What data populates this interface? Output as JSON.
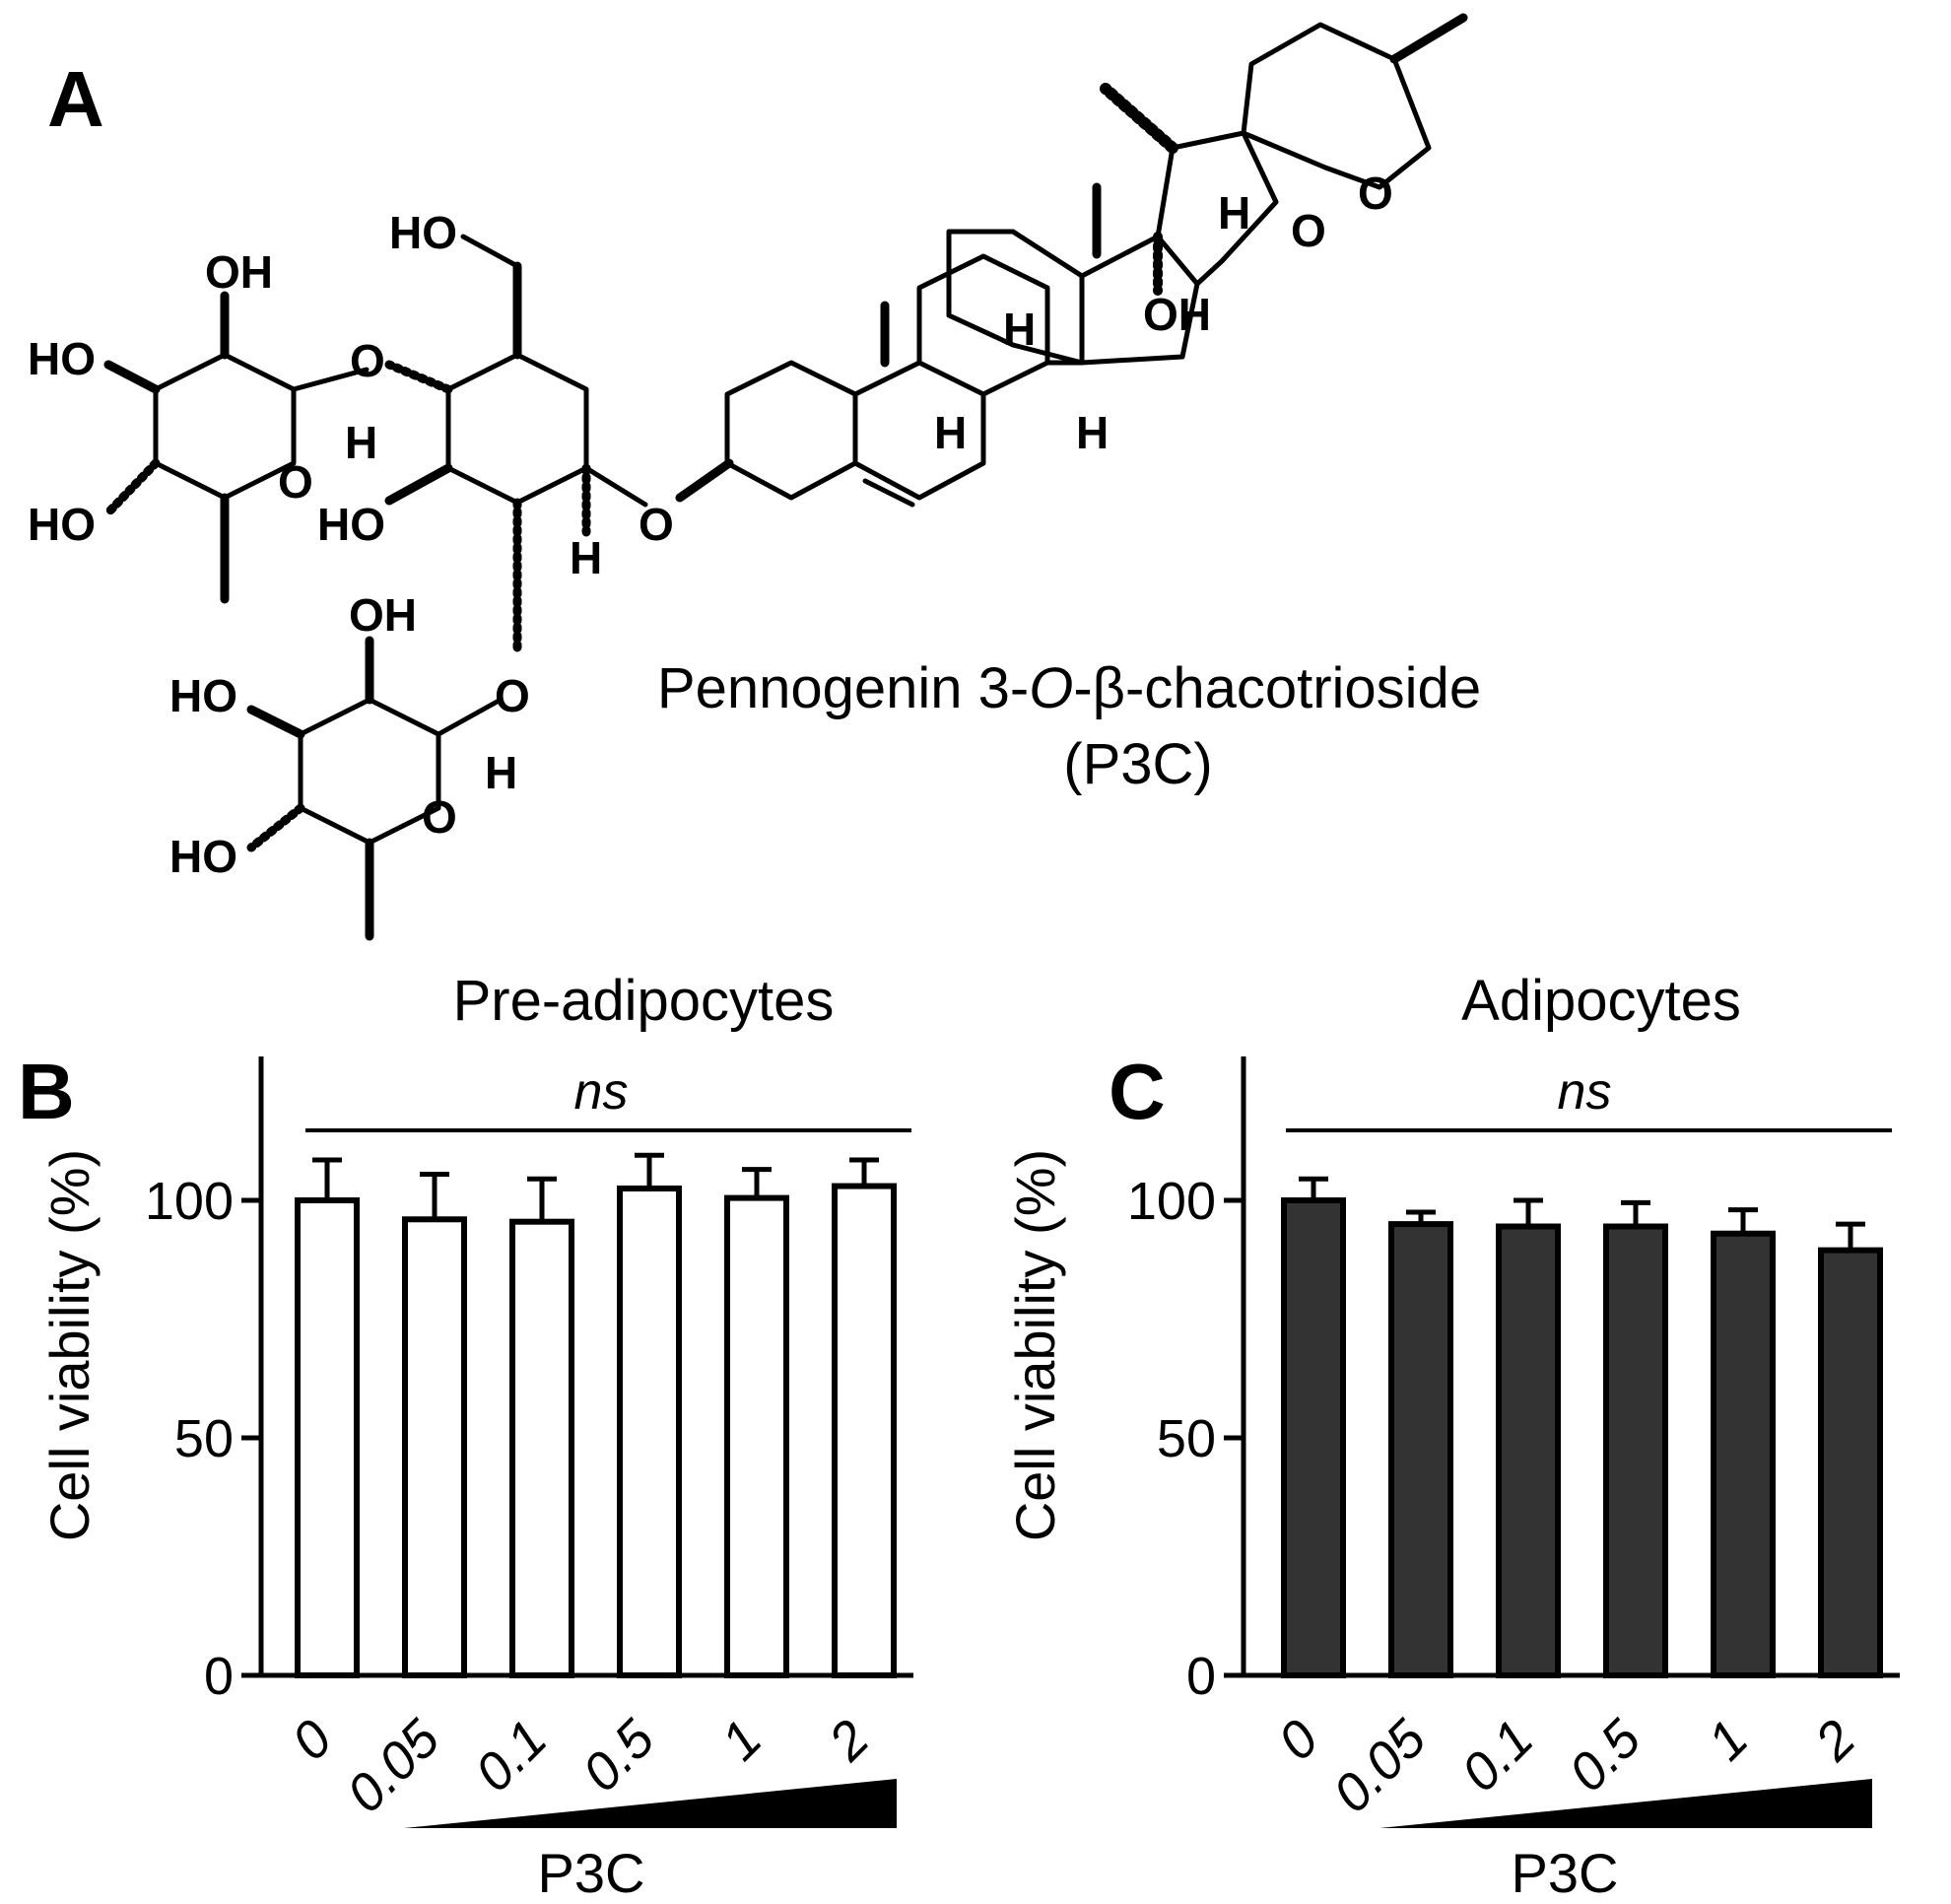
{
  "panel_a": {
    "letter": "A",
    "compound_name_prefix": "Pennogenin 3-",
    "compound_name_italic": "O",
    "compound_name_suffix": "-β-chacotrioside",
    "abbreviation": "(P3C)",
    "atom_labels": {
      "OH": "OH",
      "HO": "HO",
      "O": "O",
      "H": "H"
    }
  },
  "chart_data": [
    {
      "type": "bar",
      "panel": "B",
      "title": "Pre-adipocytes",
      "ylabel": "Cell viability (%)",
      "xlabel": "P3C",
      "categories": [
        "0",
        "0.05",
        "0.1",
        "0.5",
        "1",
        "2"
      ],
      "values": [
        100,
        96,
        95.5,
        102.5,
        100.5,
        103
      ],
      "errors": [
        8.5,
        9.5,
        9,
        7,
        6,
        5.5
      ],
      "yticks": [
        0,
        50,
        100
      ],
      "ylim": [
        0,
        125
      ],
      "significance": "ns",
      "bar_color": "#ffffff",
      "edge_color": "#000000",
      "grid": false
    },
    {
      "type": "bar",
      "panel": "C",
      "title": "Adipocytes",
      "ylabel": "Cell viability (%)",
      "xlabel": "P3C",
      "categories": [
        "0",
        "0.05",
        "0.1",
        "0.5",
        "1",
        "2"
      ],
      "values": [
        100,
        95,
        94.5,
        94.5,
        93,
        89.5
      ],
      "errors": [
        4.5,
        2.5,
        5.5,
        5,
        5,
        5.5
      ],
      "yticks": [
        0,
        50,
        100
      ],
      "ylim": [
        0,
        125
      ],
      "significance": "ns",
      "bar_color": "#333333",
      "edge_color": "#000000",
      "grid": false
    }
  ]
}
